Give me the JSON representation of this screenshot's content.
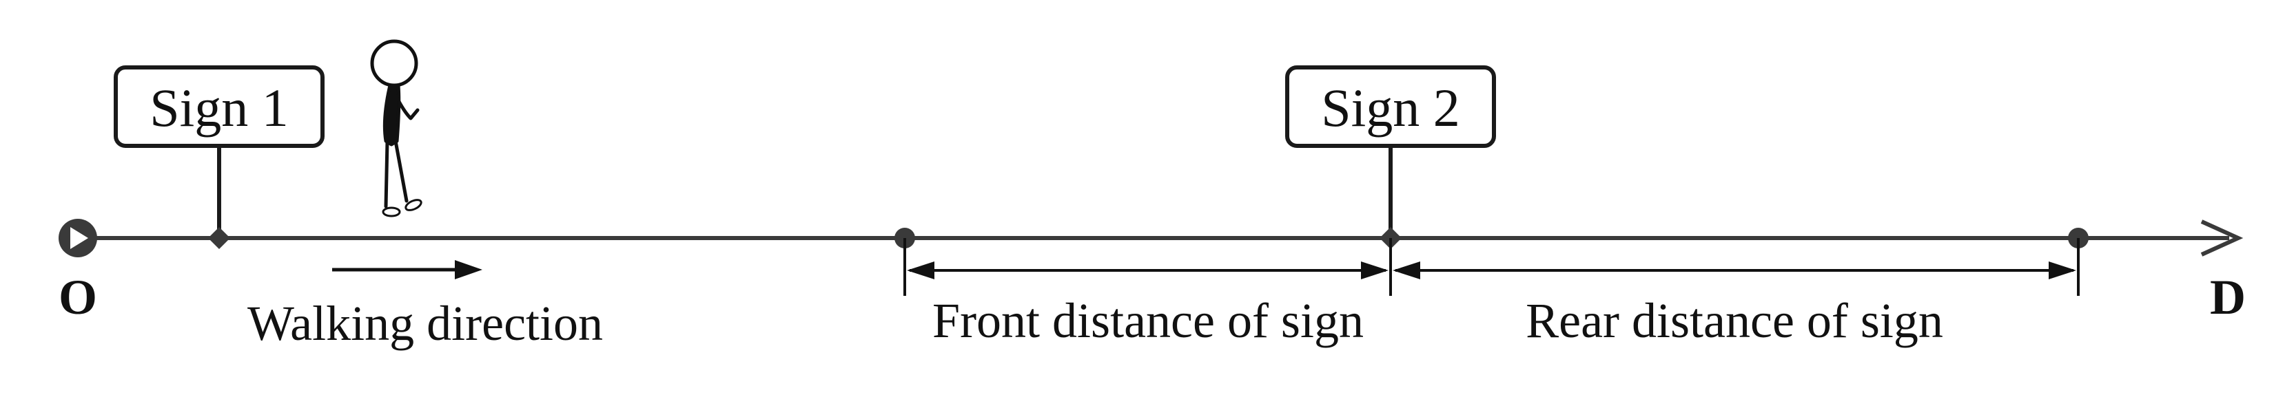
{
  "diagram": {
    "origin_label": "O",
    "destination_label": "D",
    "signs": [
      {
        "label": "Sign 1"
      },
      {
        "label": "Sign 2"
      }
    ],
    "walking_direction_label": "Walking direction",
    "front_distance_label": "Front distance of sign",
    "rear_distance_label": "Rear distance of sign",
    "colors": {
      "line": "#3a3a3a",
      "text": "#111111",
      "box_border": "#1a1a1a"
    }
  }
}
